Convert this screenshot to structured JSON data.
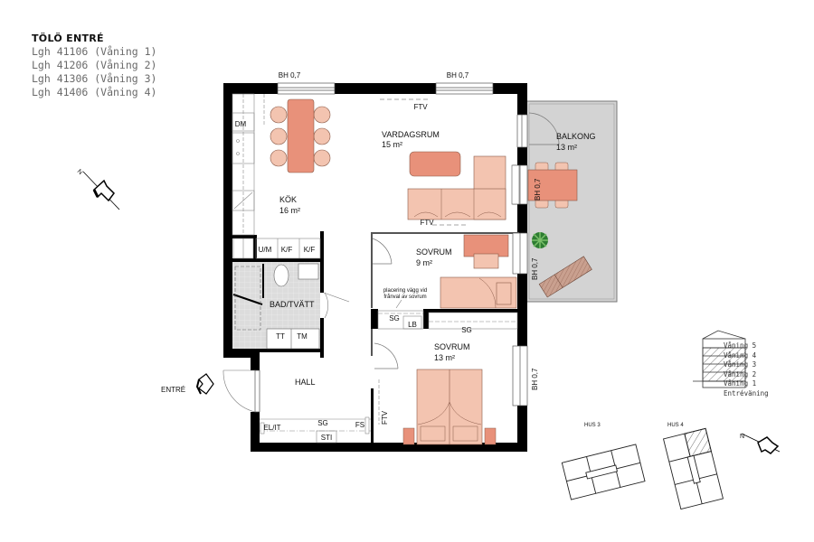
{
  "header": {
    "title": "TÖLÖ ENTRÉ",
    "apartments": [
      "Lgh 41106 (Våning 1)",
      "Lgh 41206 (Våning 2)",
      "Lgh 41306 (Våning 3)",
      "Lgh 41406 (Våning 4)"
    ]
  },
  "rooms": {
    "kitchen": {
      "name": "KÖK",
      "area": "16 m²"
    },
    "living": {
      "name": "VARDAGSRUM",
      "area": "15 m²"
    },
    "balcony": {
      "name": "BALKONG",
      "area": "13 m²"
    },
    "bedroom_small": {
      "name": "SOVRUM",
      "area": "9 m²"
    },
    "bedroom_large": {
      "name": "SOVRUM",
      "area": "13 m²"
    },
    "bathroom": {
      "name": "BAD/TVÄTT"
    },
    "hall": {
      "name": "HALL"
    }
  },
  "fixtures": {
    "dm": "DM",
    "um": "U/M",
    "kf1": "K/F",
    "kf2": "K/F",
    "tt": "TT",
    "tm": "TM",
    "sg1": "SG",
    "sg2": "SG",
    "sg3": "SG",
    "lb": "LB",
    "elit": "EL/IT",
    "fs": "FS",
    "sti": "STI",
    "ftv1": "FTV",
    "ftv2": "FTV",
    "ftv3": "FTV"
  },
  "windows": {
    "bh1": "BH 0,7",
    "bh2": "BH 0,7",
    "bh3": "BH 0,7",
    "bh4": "BH 0,7",
    "bh5": "BH 0,7"
  },
  "notes": {
    "wall_note_line1": "placering vägg vid",
    "wall_note_line2": "frånval av sovrum"
  },
  "entrance": {
    "label": "ENTRÉ"
  },
  "compass": {
    "north": "N"
  },
  "floor_legend": {
    "floors": [
      "Våning 5",
      "Våning 4",
      "Våning 3",
      "Våning 2",
      "Våning 1",
      "Entréväning"
    ]
  },
  "site_plan": {
    "house3": "HUS 3",
    "house4": "HUS 4"
  },
  "colors": {
    "wall": "#000000",
    "furniture_light": "#f3c4b0",
    "furniture_dark": "#e8917a",
    "balcony_floor": "#d3d3d3",
    "bathroom_tile": "#dcdcdc"
  }
}
